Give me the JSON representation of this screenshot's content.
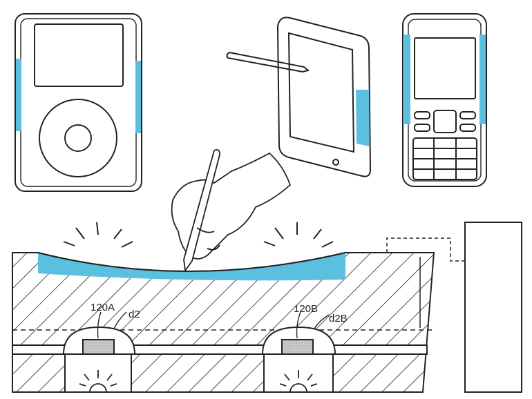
{
  "figure": {
    "labels": {
      "sensor_a": "120A",
      "distance_a": "d2",
      "sensor_b": "120B",
      "distance_b": "d2B"
    },
    "colors": {
      "line": "#222222",
      "highlight": "#5bbfe0",
      "sensor_fill": "#bdbdbd"
    }
  }
}
